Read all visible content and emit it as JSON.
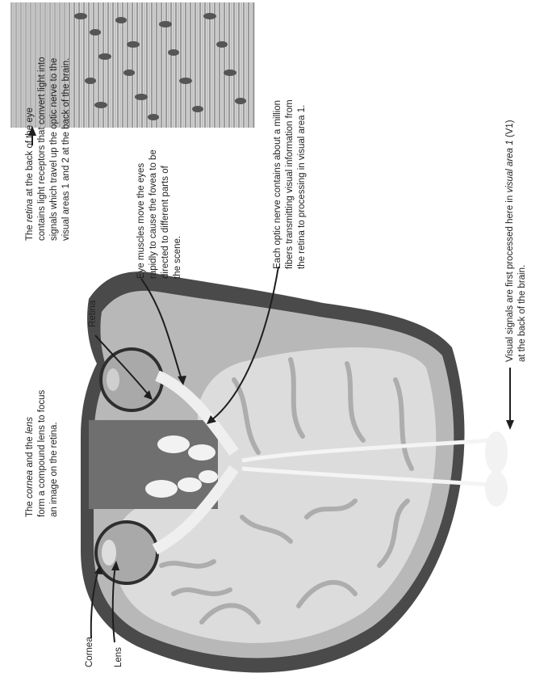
{
  "labels": {
    "retina_detail": {
      "l1": [
        "The ",
        "retina",
        " at the back of the eye"
      ],
      "l2": "contains light receptors that convert light into",
      "l3": "signals which travel up the optic nerve to the",
      "l4": "visual areas 1 and 2 at the back of the brain."
    },
    "cornea_lens": {
      "l1": [
        "The ",
        "cornea",
        " and the ",
        "lens"
      ],
      "l2": "form a compound lens to focus",
      "l3": "an image on the retina."
    },
    "eye_muscles": {
      "l1": "Eye muscles move the eyes",
      "l2": "rapidly to cause the fovea to be",
      "l3": "directed to different parts of",
      "l4": "the scene."
    },
    "optic_nerve": {
      "l1": "Each optic nerve contains about a million",
      "l2": "fibers transmitting visual information from",
      "l3": "the retina to processing in visual area 1."
    },
    "visual_area": {
      "l1": [
        "Visual signals are first processed here in ",
        "visual area 1",
        " (V1)"
      ],
      "l2": "at the back of the brain."
    },
    "retina": "Retina",
    "cornea": "Cornea",
    "lens": "Lens"
  },
  "colors": {
    "skull_dark": "#3a3a3a",
    "tissue_mid": "#8c8c8c",
    "tissue_light": "#c9c9c9",
    "brain_white": "#e4e4e4",
    "text": "#222222"
  }
}
